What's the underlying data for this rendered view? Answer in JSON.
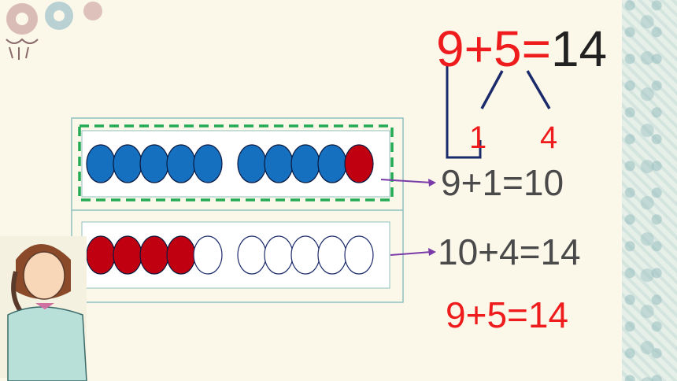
{
  "equation": {
    "left": "9",
    "plus": "+",
    "right": "5",
    "equals": "=",
    "result": "14"
  },
  "split": {
    "a": "1",
    "b": "4"
  },
  "steps": [
    "9+1=10",
    "10+4=14"
  ],
  "answer": "9+5=14",
  "counters": {
    "row1": [
      "blue",
      "blue",
      "blue",
      "blue",
      "blue",
      "blue",
      "blue",
      "blue",
      "blue",
      "red"
    ],
    "row2": [
      "red",
      "red",
      "red",
      "red",
      "empty",
      "empty",
      "empty",
      "empty",
      "empty",
      "empty"
    ]
  },
  "colors": {
    "blue": "#1570c0",
    "red": "#c00010",
    "accent_red": "#ee1c1c",
    "green_dash": "#22aa55",
    "navy": "#1b2a6b",
    "purple_arrow": "#7a3aa8"
  }
}
